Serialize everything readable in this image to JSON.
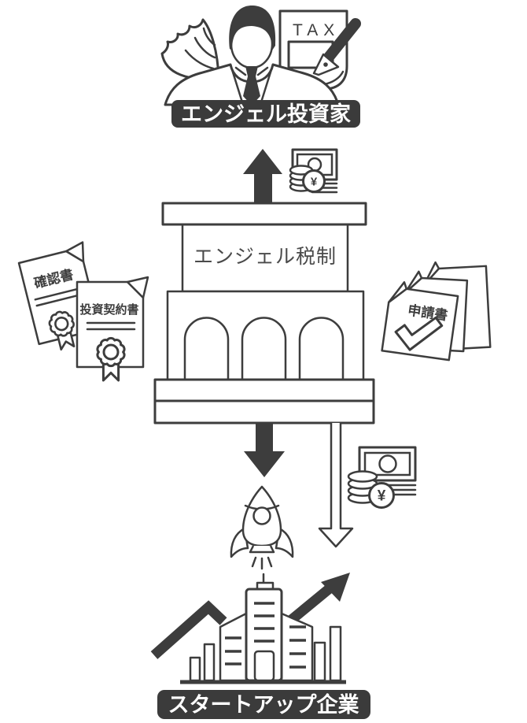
{
  "colors": {
    "dark": "#3d3d3d",
    "text_dark": "#4a4a4a",
    "background": "#ffffff"
  },
  "investor": {
    "label": "エンジェル投資家",
    "tax_label": "TAX"
  },
  "tax_system": {
    "label": "エンジェル税制"
  },
  "documents": {
    "confirmation": "確認書",
    "contract": "投資契約書",
    "application": "申請書"
  },
  "money": {
    "yen": "¥"
  },
  "startup": {
    "label": "スタートアップ企業"
  }
}
